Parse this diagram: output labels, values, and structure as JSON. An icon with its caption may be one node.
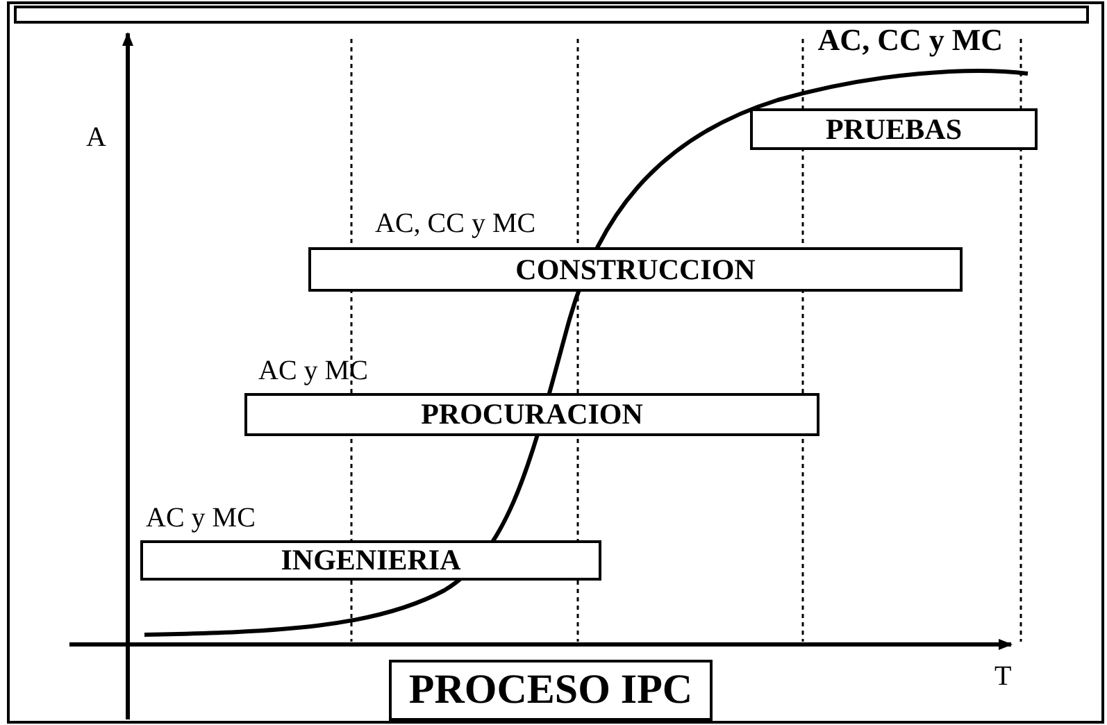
{
  "diagram": {
    "nodes": [
      {
        "text": [
          "AC, CC y MC"
        ]
      },
      {
        "text": [
          "PRUEBAS"
        ]
      },
      {
        "text": [
          "CONSTRUCCION"
        ],
        "beside": [
          "AC, CC y MC"
        ]
      },
      {
        "text": [
          "PROCURACION"
        ],
        "beside": [
          "AC y MC"
        ]
      },
      {
        "text": [
          "INGENIERIA"
        ],
        "beside": [
          "AC y MC"
        ]
      },
      {
        "text": [
          "PROCESO IPC"
        ]
      }
    ],
    "edges": [],
    "labels": [
      "A",
      "T"
    ]
  }
}
